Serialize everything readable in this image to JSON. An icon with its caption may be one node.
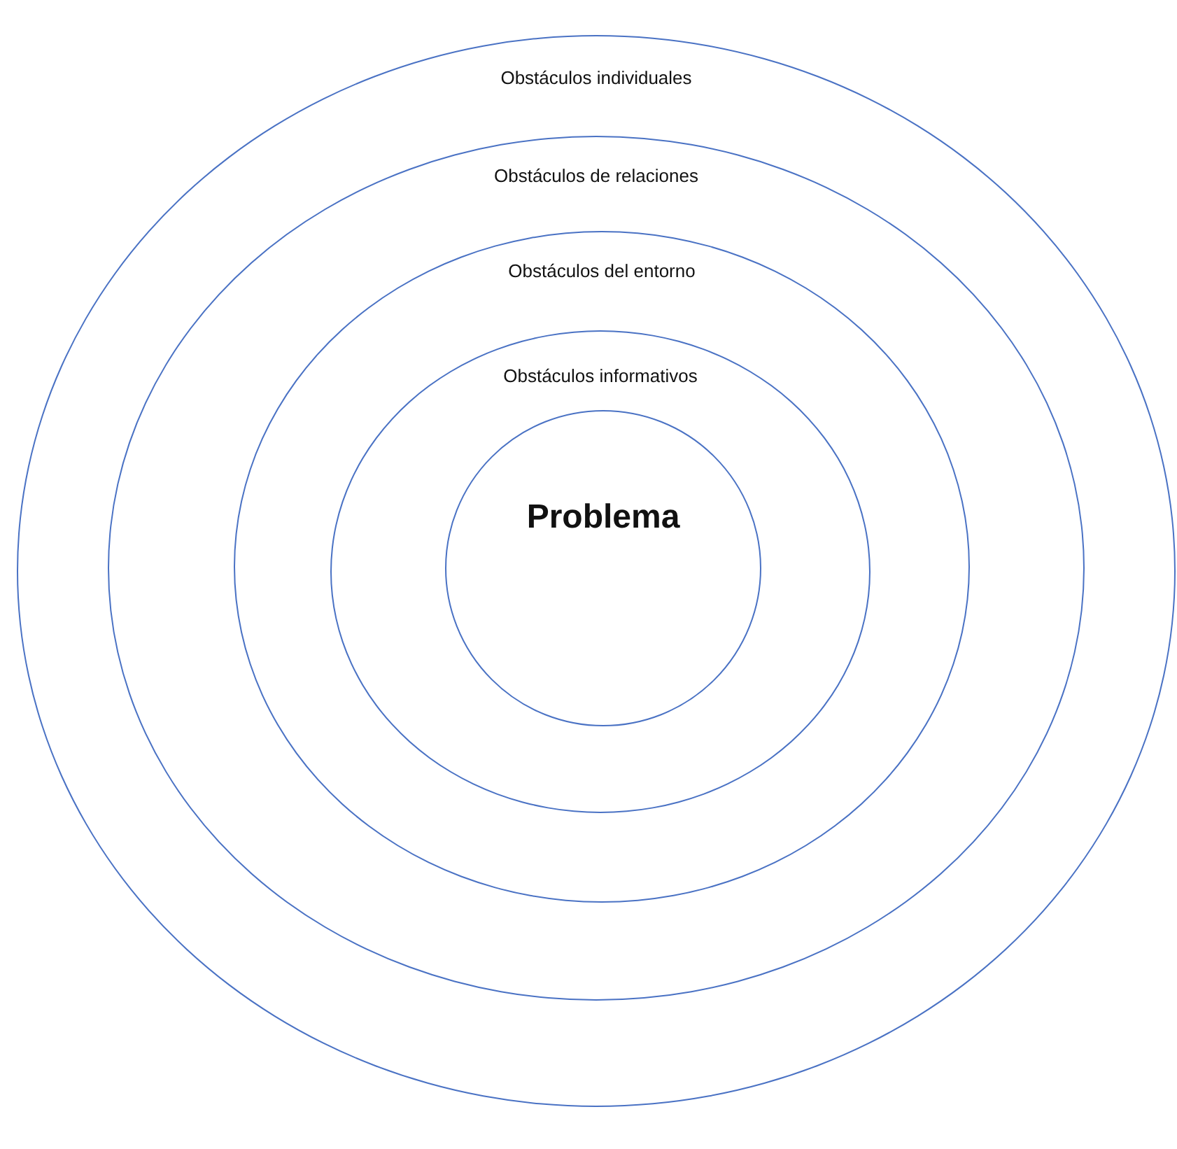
{
  "diagram": {
    "nodes": [
      {
        "text": [
          "Obstáculos individuales"
        ]
      },
      {
        "text": [
          "Obstáculos de relaciones"
        ],
        "in": 0
      },
      {
        "text": [
          "Obstáculos del entorno"
        ],
        "in": 1
      },
      {
        "text": [
          "Obstáculos informativos"
        ],
        "in": 2
      },
      {
        "text": [
          "Problema"
        ],
        "in": 3
      }
    ],
    "edges": []
  }
}
